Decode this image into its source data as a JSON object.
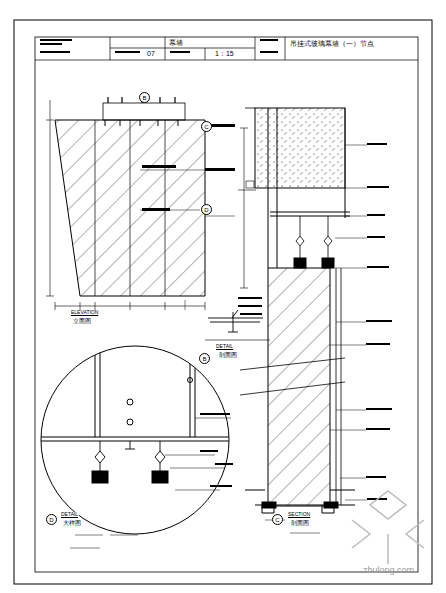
{
  "diagram": {
    "title": "吊挂式玻璃幕墙（一）节点",
    "nodes": [
      {
        "text": [
          "B"
        ]
      },
      {
        "text": [
          "C"
        ]
      },
      {
        "text": [
          "D"
        ]
      },
      {
        "text": [
          "B"
        ]
      },
      {
        "text": [
          "C"
        ]
      },
      {
        "text": [
          "D"
        ]
      }
    ],
    "labels": [
      "幕墙",
      "07",
      "1：15",
      "ELEVATION",
      "立面图",
      "DETAIL",
      "剖面图",
      "SECTION",
      "剖面图",
      "DETAIL",
      "大样图",
      "zhulong.com"
    ]
  }
}
